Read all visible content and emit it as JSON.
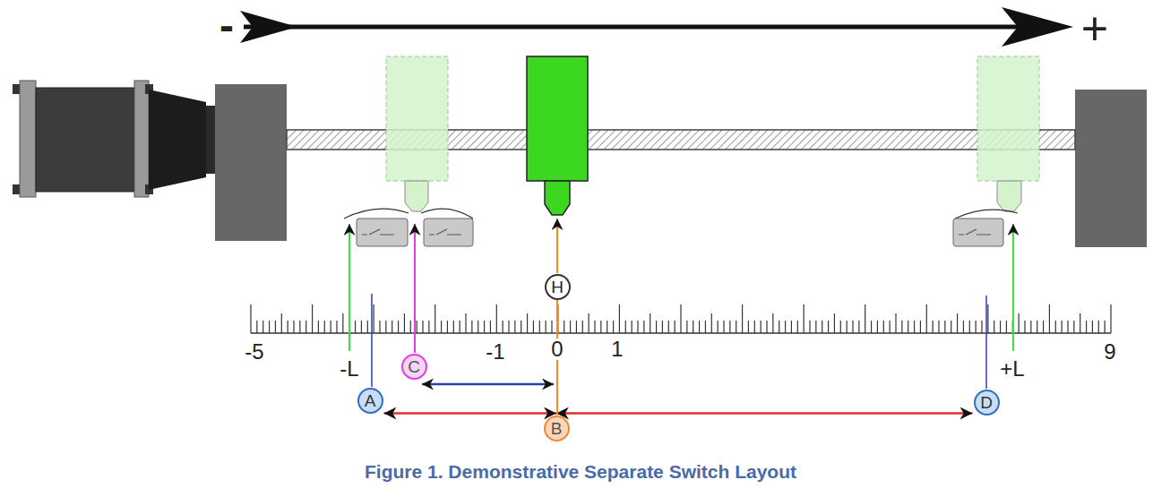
{
  "diagram": {
    "caption": "Figure 1. Demonstrative Separate Switch Layout",
    "nodes": [
      {
        "text": [
          "H"
        ]
      },
      {
        "text": [
          "C"
        ]
      },
      {
        "text": [
          "A"
        ]
      },
      {
        "text": [
          "D"
        ]
      },
      {
        "text": [
          "B"
        ]
      }
    ],
    "edges": [
      {
        "from": 2,
        "to": 4,
        "arrow": "both"
      },
      {
        "from": 4,
        "to": 3,
        "arrow": "both"
      },
      {
        "from": 0,
        "to": 4,
        "arrow": "none"
      }
    ],
    "labels": [
      "-",
      "+",
      "-5",
      "-L",
      "-1",
      "0",
      "1",
      "+L",
      "9"
    ]
  }
}
